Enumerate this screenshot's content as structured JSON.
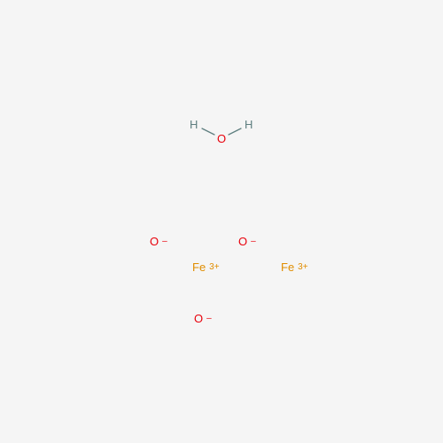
{
  "water": {
    "h_left": "H",
    "o": "O",
    "h_right": "H"
  },
  "ions": [
    {
      "symbol": "O",
      "charge": "–"
    },
    {
      "symbol": "O",
      "charge": "–"
    },
    {
      "symbol": "Fe",
      "charge": "3+"
    },
    {
      "symbol": "Fe",
      "charge": "3+"
    },
    {
      "symbol": "O",
      "charge": "–"
    }
  ],
  "colors": {
    "background": "#f5f5f5",
    "oxygen": "#e8000b",
    "hydrogen": "#5f7f80",
    "iron": "#e08d00"
  }
}
